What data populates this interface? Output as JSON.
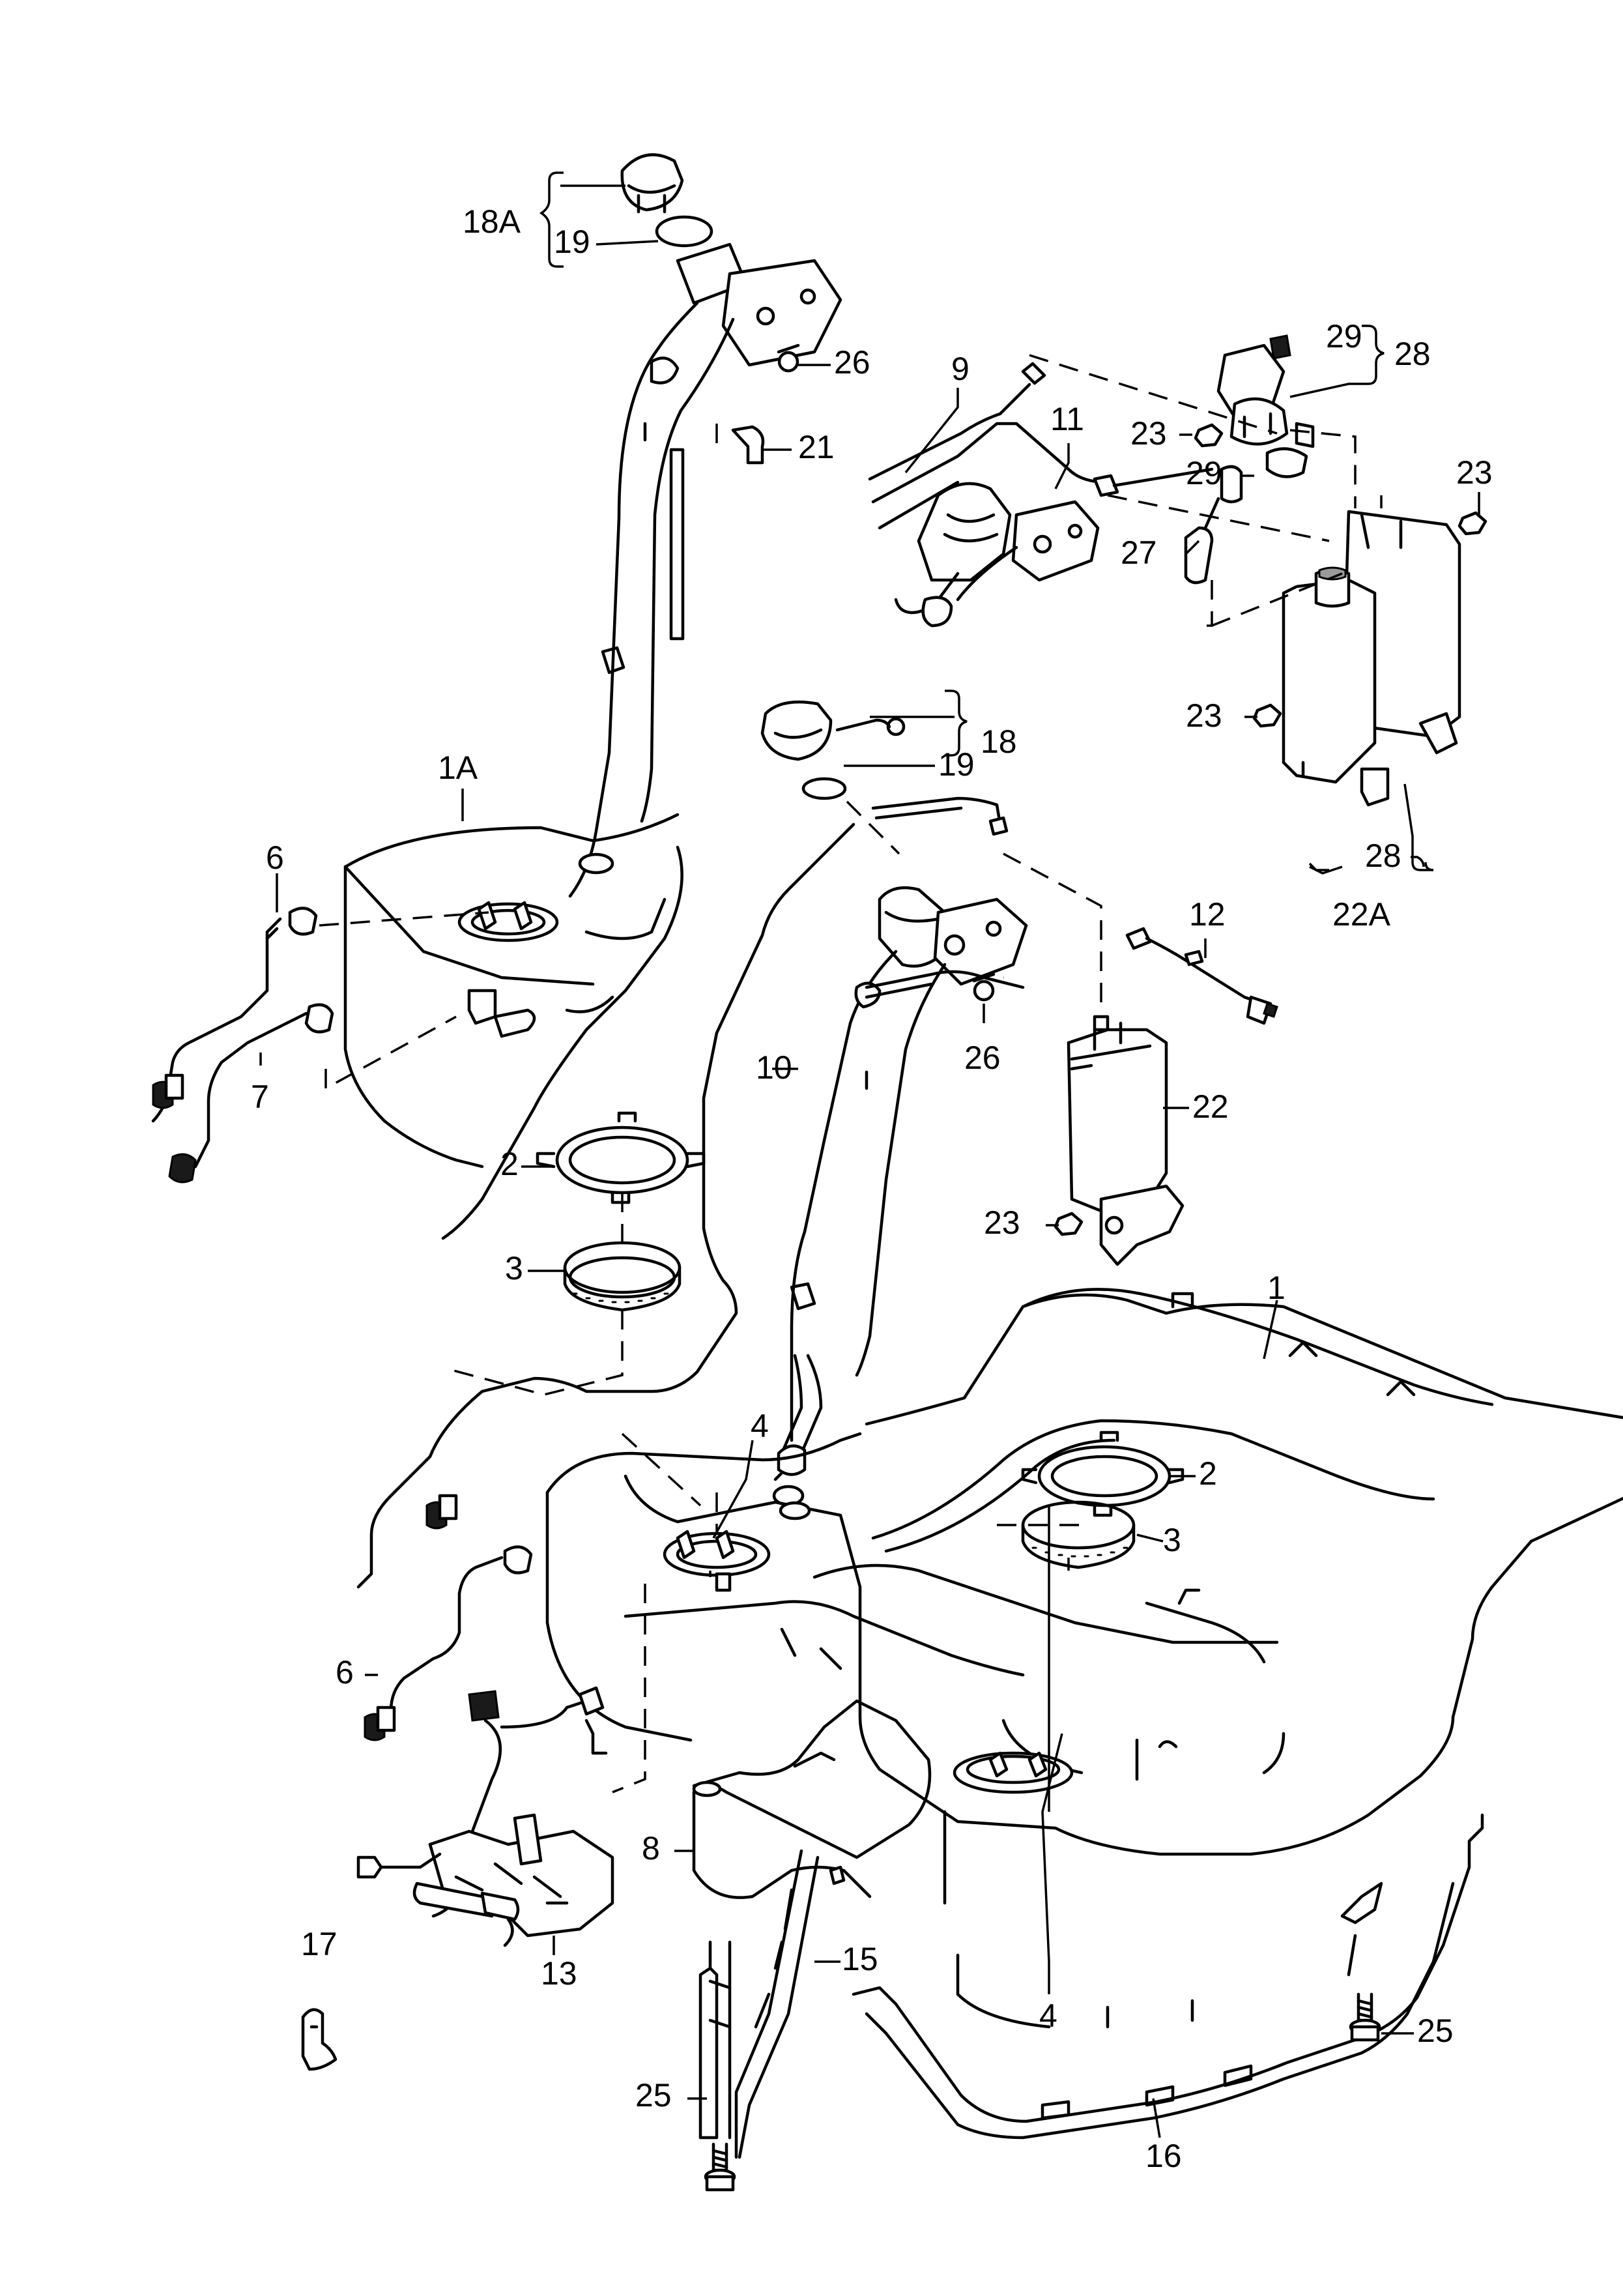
{
  "callouts": {
    "c18A": "18A",
    "c19a": "19",
    "c26a": "26",
    "c21": "21",
    "c9": "9",
    "c11": "11",
    "c29a": "29",
    "c28a": "28",
    "c23a": "23",
    "c29b": "29",
    "c23b": "23",
    "c27": "27",
    "c23c": "23",
    "c1A": "1A",
    "c18": "18",
    "c19b": "19",
    "c28b": "28",
    "c22A": "22A",
    "c6a": "6",
    "c7": "7",
    "c12": "12",
    "c26b": "26",
    "c10": "10",
    "c22": "22",
    "c2a": "2",
    "c23d": "23",
    "c3a": "3",
    "c1": "1",
    "c4a": "4",
    "c2b": "2",
    "c3b": "3",
    "c6b": "6",
    "c8": "8",
    "c17": "17",
    "c13": "13",
    "c15": "15",
    "c4b": "4",
    "c25a": "25",
    "c25b": "25",
    "c16": "16"
  }
}
